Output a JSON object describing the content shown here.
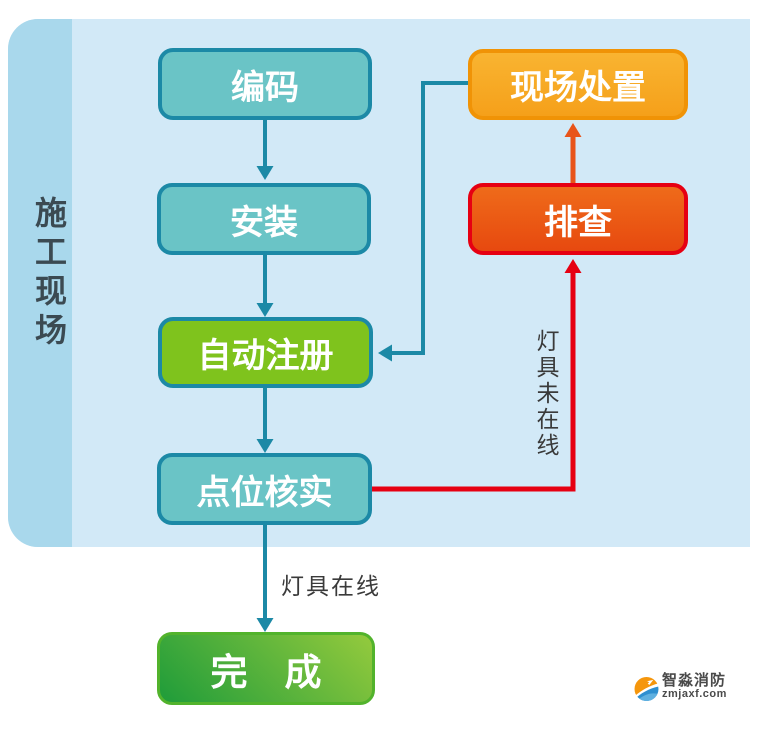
{
  "panel": {
    "label": "施工现场",
    "strip_color": "#a9d8ec",
    "bg_color": "#d2e9f7"
  },
  "nodes": [
    {
      "id": "bianma",
      "label": "编码",
      "fill": "#6ac4c6",
      "border": "#1c89a6"
    },
    {
      "id": "anzhuang",
      "label": "安装",
      "fill": "#6ac4c6",
      "border": "#1c89a6"
    },
    {
      "id": "zidongzhuce",
      "label": "自动注册",
      "fill": "#7fc31d",
      "border": "#1c89a6"
    },
    {
      "id": "dianweiheshi",
      "label": "点位核实",
      "fill": "#6ac4c6",
      "border": "#1c89a6"
    },
    {
      "id": "xianchang",
      "label": "现场处置",
      "fill": "#f7a91f",
      "border": "#f09306"
    },
    {
      "id": "paicha",
      "label": "排查",
      "fill": "#e95913",
      "border": "#e60012"
    },
    {
      "id": "wancheng",
      "label": "完　成",
      "fill": "#3fae35",
      "border": "#52b32c"
    }
  ],
  "edges": [
    {
      "from": "编码",
      "to": "安装",
      "color": "#1c89a6"
    },
    {
      "from": "安装",
      "to": "自动注册",
      "color": "#1c89a6"
    },
    {
      "from": "自动注册",
      "to": "点位核实",
      "color": "#1c89a6"
    },
    {
      "from": "点位核实",
      "to": "完成",
      "label": "灯具在线",
      "color": "#1c89a6"
    },
    {
      "from": "现场处置",
      "to": "自动注册",
      "color": "#1c89a6"
    },
    {
      "from": "排查",
      "to": "现场处置",
      "color": "#e8541a"
    },
    {
      "from": "点位核实",
      "to": "排查",
      "label": "灯具未在线",
      "color": "#e60012"
    }
  ],
  "edge_labels": {
    "online": "灯具在线",
    "offline": "灯具未在线"
  },
  "logo": {
    "brand": "智淼消防",
    "domain": "zmjaxf.com",
    "orange": "#f5960c",
    "blue": "#2e8fd0"
  }
}
